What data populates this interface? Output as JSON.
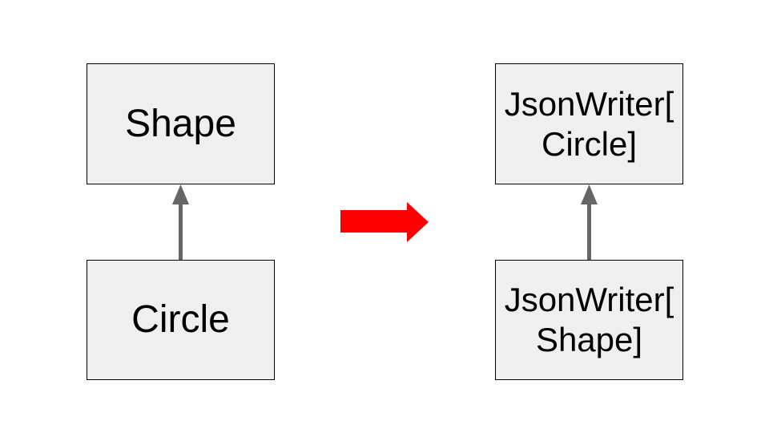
{
  "left_diagram": {
    "parent_box": {
      "label": "Shape"
    },
    "child_box": {
      "label": "Circle"
    }
  },
  "right_diagram": {
    "parent_box": {
      "line1": "JsonWriter[",
      "line2": "Circle]"
    },
    "child_box": {
      "line1": "JsonWriter[",
      "line2": "Shape]"
    }
  },
  "colors": {
    "background": "#ffffff",
    "box_fill": "#efefef",
    "box_border": "#000000",
    "text": "#000000",
    "inheritance_arrow": "#666666",
    "transform_arrow": "#ff0000"
  }
}
